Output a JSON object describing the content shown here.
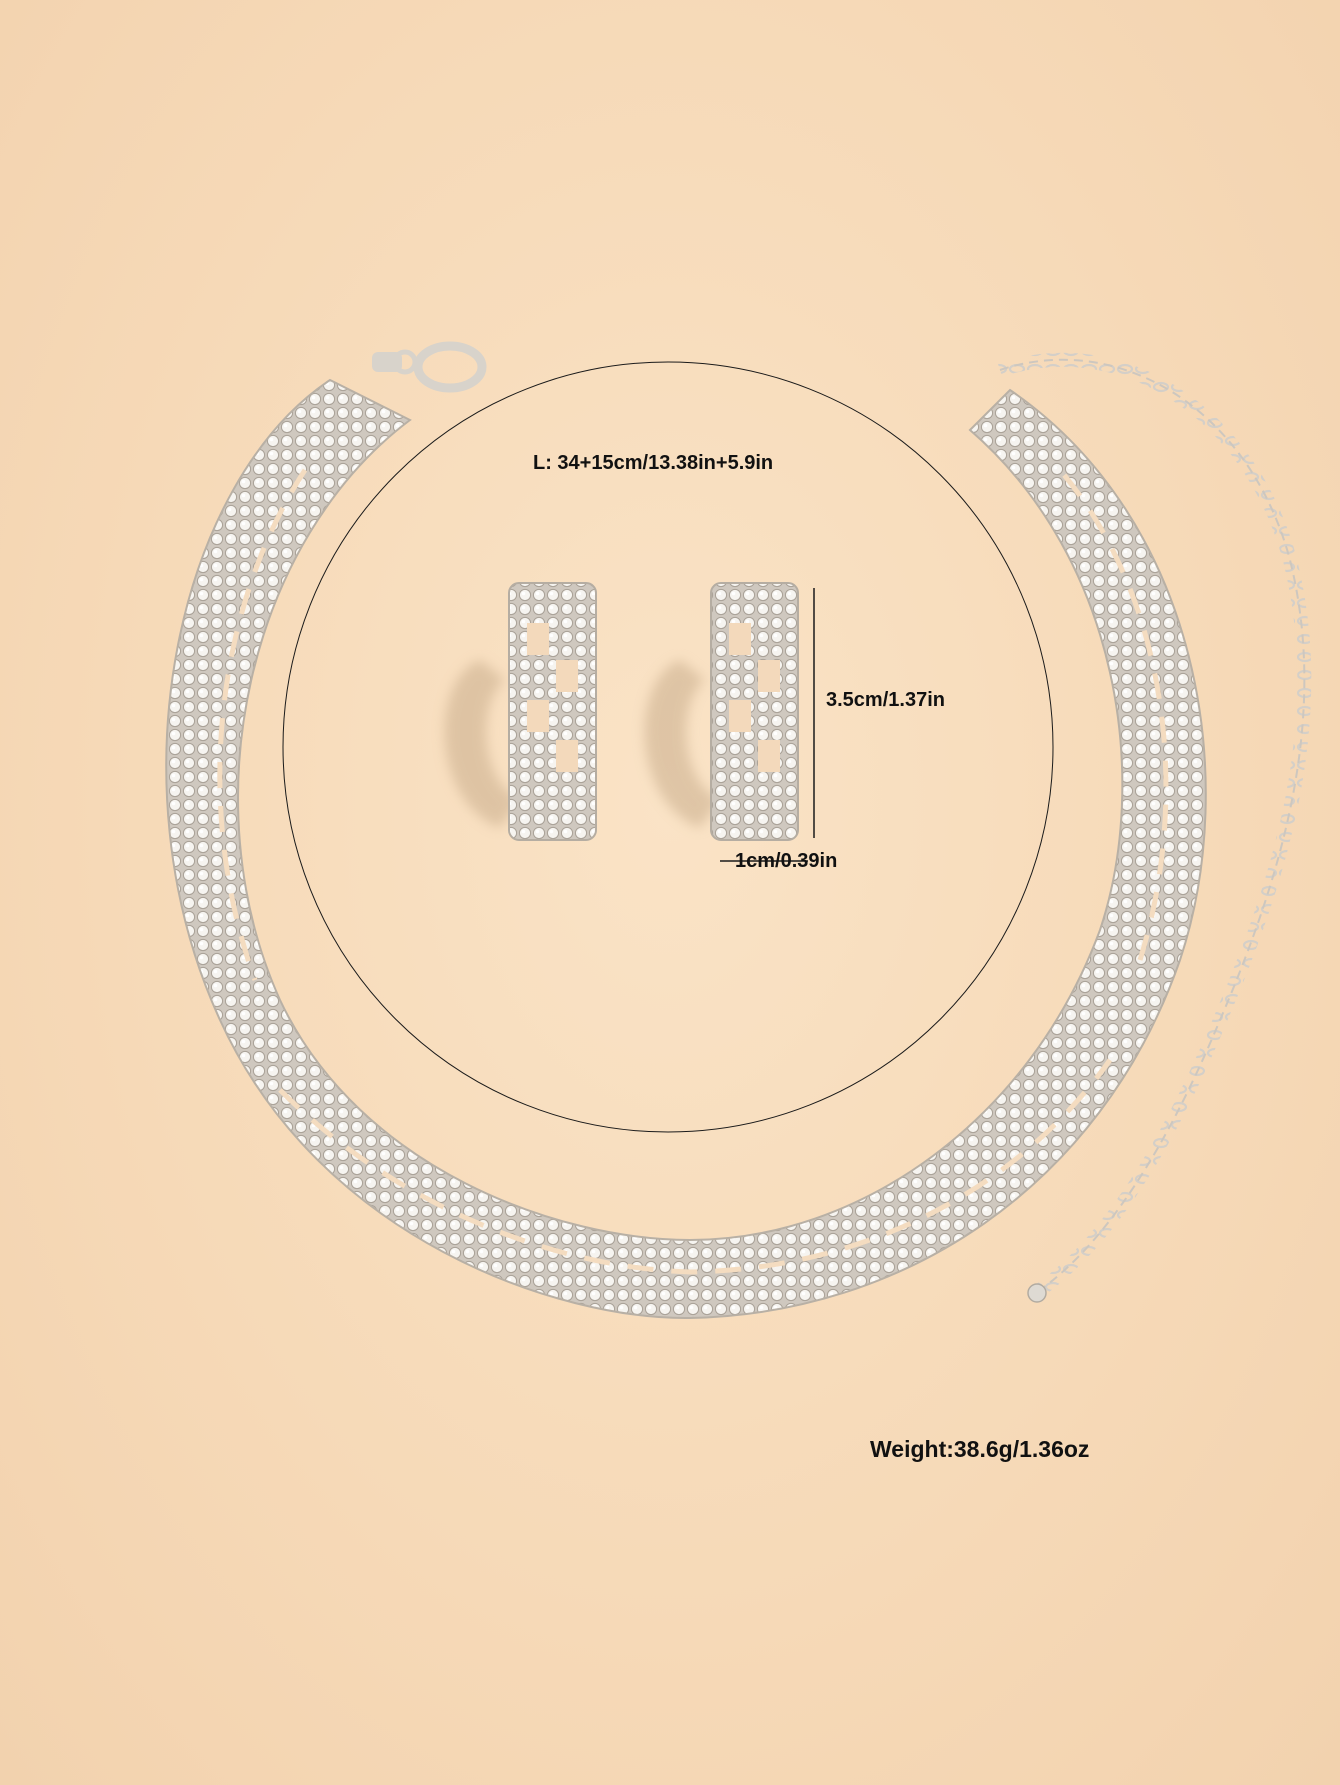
{
  "product": {
    "length_label": "L: 34+15cm/13.38in+5.9in",
    "earring_height_label": "3.5cm/1.37in",
    "earring_width_label": "1cm/0.39in",
    "weight_label": "Weight:38.6g/1.36oz"
  },
  "colors": {
    "background": "#f7dcbb",
    "metal": "#d9d4cc",
    "stone": "#f4f2ee",
    "text": "#111111"
  }
}
